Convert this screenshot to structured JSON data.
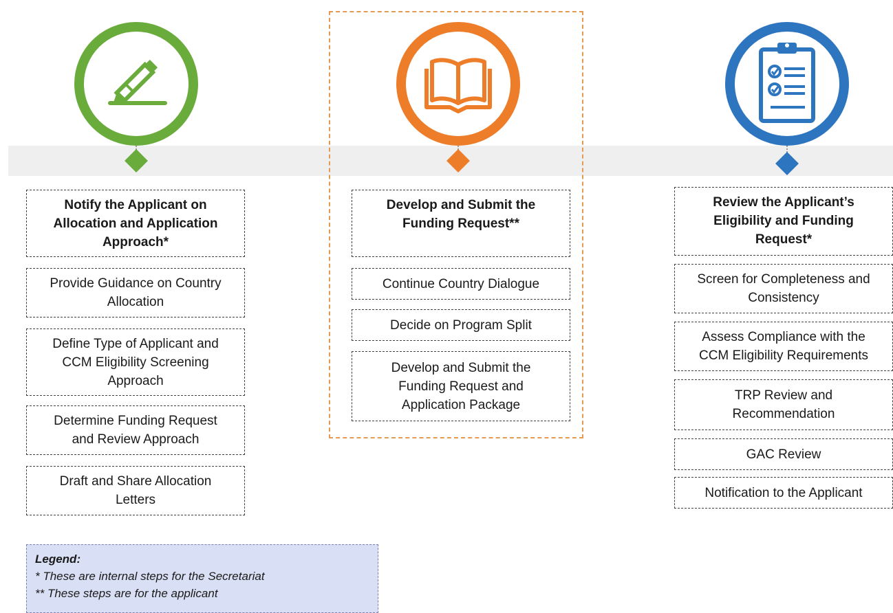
{
  "columns": [
    {
      "id": "secretariat-allocation",
      "icon": "pencil-icon",
      "color": "#6aac3c",
      "header": "Notify the Applicant on\nAllocation and Application\nApproach*",
      "steps": [
        "Provide Guidance on Country\nAllocation",
        "Define Type of Applicant and\nCCM Eligibility Screening\nApproach",
        "Determine Funding Request\nand Review Approach",
        "Draft and Share Allocation\nLetters"
      ]
    },
    {
      "id": "applicant-funding-request",
      "icon": "open-book-icon",
      "color": "#ee7d2a",
      "header": "Develop and Submit the\nFunding Request**",
      "steps": [
        "Continue Country Dialogue",
        "Decide on Program Split",
        "Develop and Submit the\nFunding Request and\nApplication Package"
      ]
    },
    {
      "id": "secretariat-review",
      "icon": "clipboard-checklist-icon",
      "color": "#2e75c0",
      "header": "Review the Applicant’s\nEligibility and Funding\nRequest*",
      "steps": [
        "Screen for Completeness and\nConsistency",
        "Assess Compliance with the\nCCM Eligibility Requirements",
        "TRP Review and\nRecommendation",
        "GAC Review",
        "Notification to the Applicant"
      ]
    }
  ],
  "legend": {
    "title": "Legend:",
    "line1": "* These are internal steps for the Secretariat",
    "line2": "** These steps are  for the applicant"
  },
  "colors": {
    "band": "#efefef",
    "highlight_frame": "#e59a52",
    "legend_fill": "#d9dff4"
  }
}
